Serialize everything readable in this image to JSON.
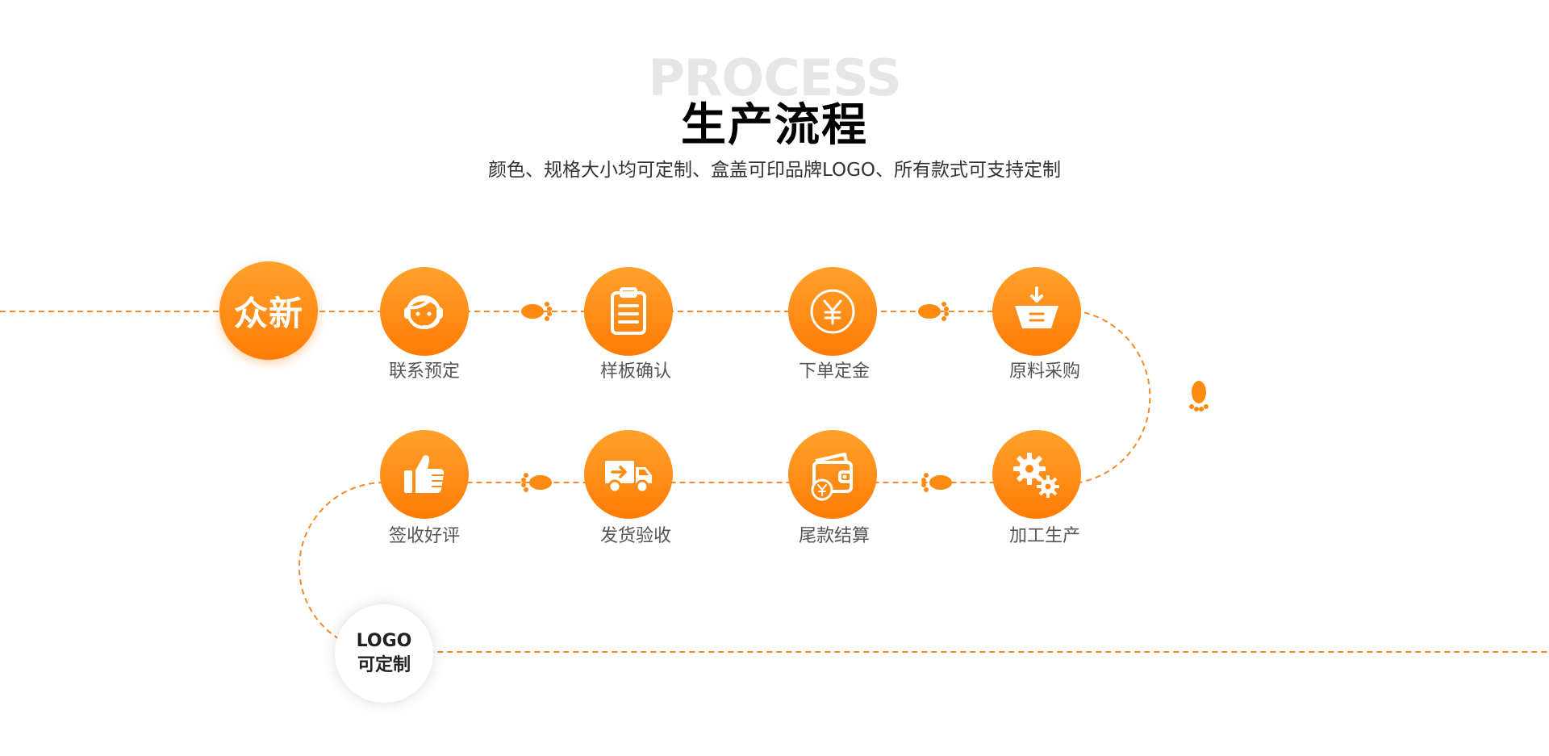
{
  "header": {
    "title_en": "PROCESS",
    "title_cn": "生产流程",
    "subtitle": "颜色、规格大小均可定制、盒盖可印品牌LOGO、所有款式可支持定制"
  },
  "brand": {
    "text": "众新"
  },
  "logo_badge": {
    "line1": "LOGO",
    "line2": "可定制"
  },
  "steps": [
    {
      "label": "联系预定",
      "icon": "customer-service-icon"
    },
    {
      "label": "样板确认",
      "icon": "clipboard-icon"
    },
    {
      "label": "下单定金",
      "icon": "yuan-coin-icon"
    },
    {
      "label": "原料采购",
      "icon": "shopping-basket-icon"
    },
    {
      "label": "加工生产",
      "icon": "gears-icon"
    },
    {
      "label": "尾款结算",
      "icon": "wallet-icon"
    },
    {
      "label": "发货验收",
      "icon": "delivery-truck-icon"
    },
    {
      "label": "签收好评",
      "icon": "thumbs-up-icon"
    }
  ],
  "colors": {
    "accent": "#ff8a10",
    "accent_light": "#ffa12c",
    "title": "#000000",
    "title_watermark": "#e6e6e6",
    "label": "#555555"
  }
}
